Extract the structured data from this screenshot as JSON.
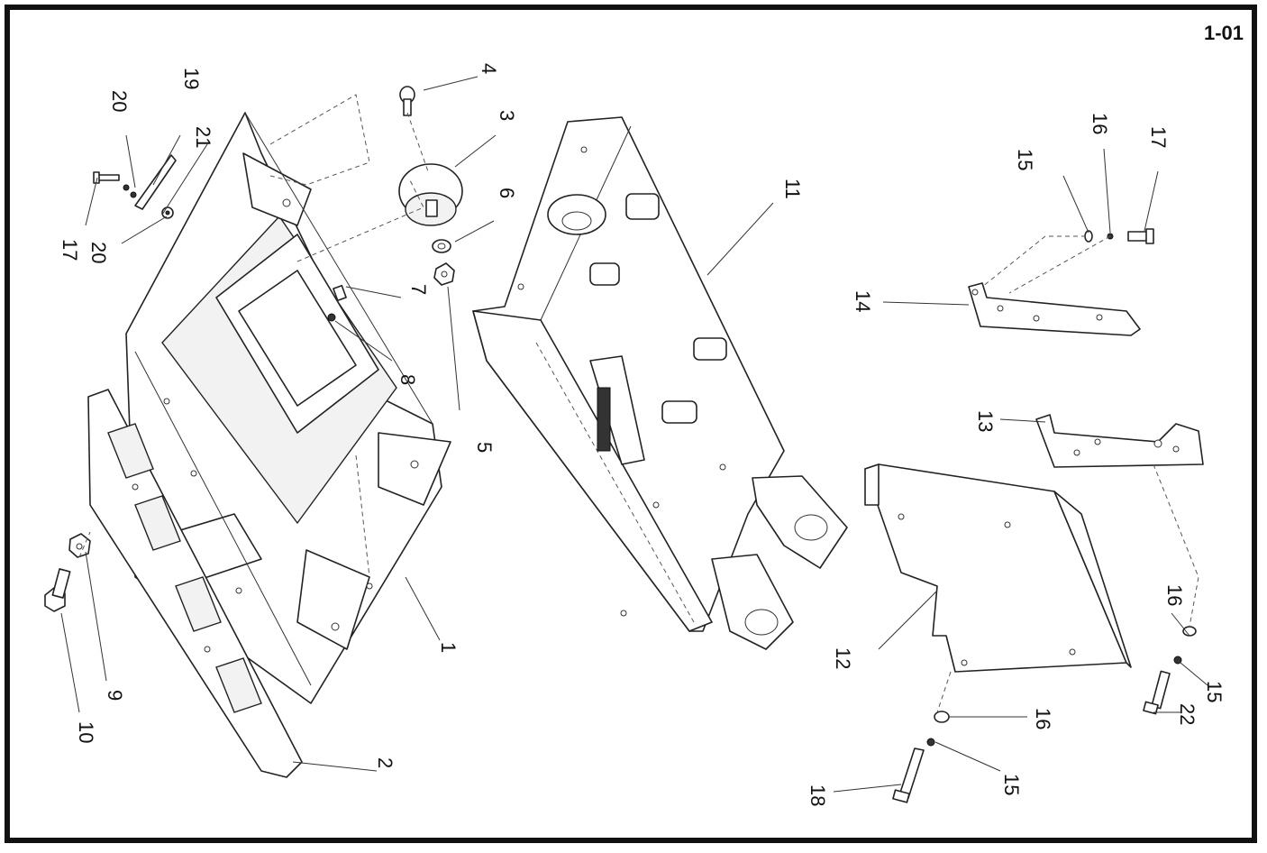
{
  "sheet_id": "1-01",
  "callouts": {
    "c1": "1",
    "c2": "2",
    "c3": "3",
    "c4": "4",
    "c5": "5",
    "c6": "6",
    "c7": "7",
    "c8": "8",
    "c9": "9",
    "c10": "10",
    "c11": "11",
    "c12": "12",
    "c13": "13",
    "c14": "14",
    "c15a": "15",
    "c15b": "15",
    "c15c": "15",
    "c16a": "16",
    "c16b": "16",
    "c16c": "16",
    "c17a": "17",
    "c17b": "17",
    "c18": "18",
    "c19": "19",
    "c20a": "20",
    "c20b": "20",
    "c21": "21",
    "c22": "22"
  }
}
